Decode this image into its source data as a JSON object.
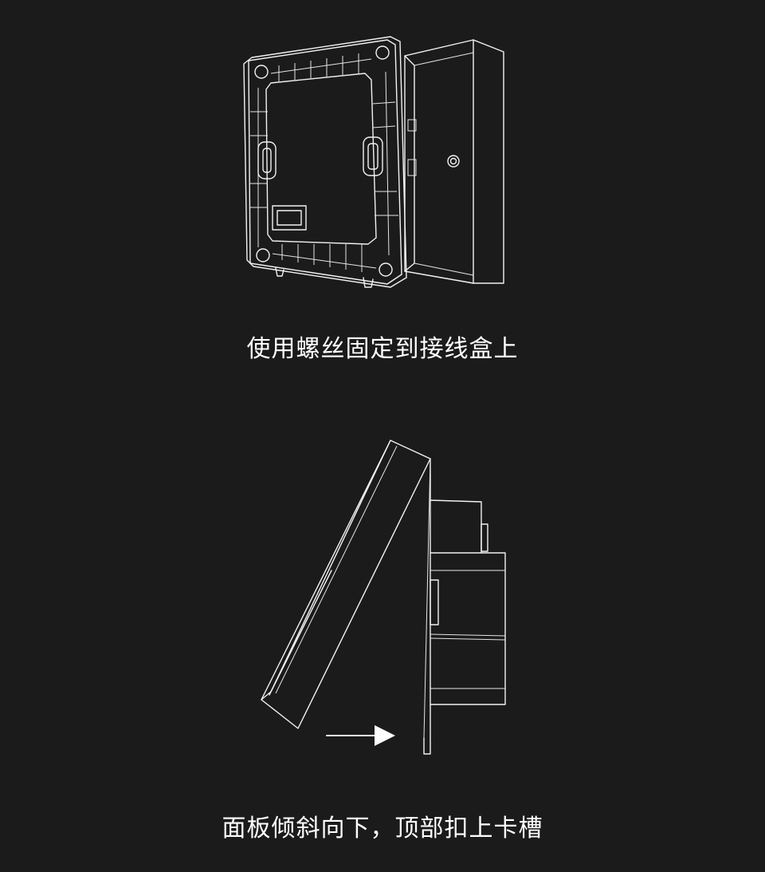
{
  "steps": [
    {
      "caption": "使用螺丝固定到接线盒上",
      "illustration": "mounting-plate-on-junction-box"
    },
    {
      "caption": "面板倾斜向下，顶部扣上卡槽",
      "illustration": "panel-tilt-onto-mount"
    }
  ],
  "colors": {
    "background": "#1b1b1b",
    "line": "#f2f2f2",
    "text": "#ffffff"
  }
}
